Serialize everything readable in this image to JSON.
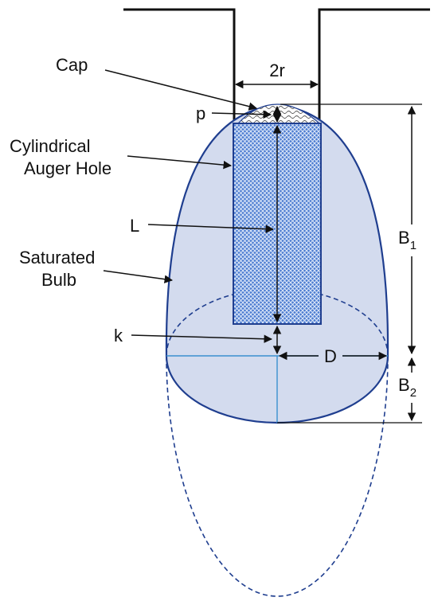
{
  "labels": {
    "cap": "Cap",
    "p": "p",
    "two_r": "2r",
    "hole_line1": "Cylindrical",
    "hole_line2": "Auger Hole",
    "L": "L",
    "bulb_line1": "Saturated",
    "bulb_line2": "Bulb",
    "k": "k",
    "D": "D",
    "B1_main": "B",
    "B1_sub": "1",
    "B2_main": "B",
    "B2_sub": "2"
  },
  "colors": {
    "bulb_fill": "#d3dbee",
    "outline": "#1f3e8f",
    "hole_fill": "#4a7bd0",
    "hole_pattern": "#dbe6f8",
    "centerline": "#3a8fcf",
    "ground": "#111111"
  }
}
